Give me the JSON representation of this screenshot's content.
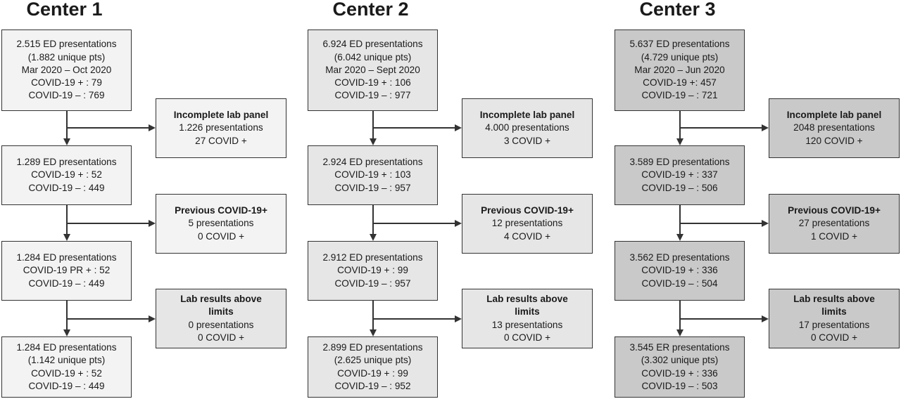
{
  "centers": [
    {
      "title": "Center 1",
      "main": [
        [
          "2.515 ED presentations",
          "(1.882 unique pts)",
          "Mar 2020 – Oct 2020",
          "COVID-19 + : 79",
          "COVID-19 – : 769"
        ],
        [
          "1.289 ED presentations",
          "COVID-19 + : 52",
          "COVID-19 – : 449"
        ],
        [
          "1.284 ED presentations",
          "COVID-19 PR + : 52",
          "COVID-19 – : 449"
        ],
        [
          "1.284 ED presentations",
          "(1.142 unique pts)",
          "COVID-19 + : 52",
          "COVID-19 – : 449"
        ]
      ],
      "side": [
        {
          "title": [
            "Incomplete lab panel"
          ],
          "lines": [
            "1.226 presentations",
            "27 COVID +"
          ]
        },
        {
          "title": [
            "Previous COVID-19+"
          ],
          "lines": [
            "5 presentations",
            "0 COVID +"
          ]
        },
        {
          "title": [
            "Lab results above",
            "limits"
          ],
          "lines": [
            "0 presentations",
            "0 COVID +"
          ]
        }
      ]
    },
    {
      "title": "Center 2",
      "main": [
        [
          "6.924 ED presentations",
          "(6.042 unique pts)",
          "Mar 2020 – Sept 2020",
          "COVID-19 + : 106",
          "COVID-19 – : 977"
        ],
        [
          "2.924 ED presentations",
          "COVID-19 + : 103",
          "COVID-19 – : 957"
        ],
        [
          "2.912 ED presentations",
          "COVID-19 + : 99",
          "COVID-19 – : 957"
        ],
        [
          "2.899 ED presentations",
          "(2.625 unique pts)",
          "COVID-19 + : 99",
          "COVID-19 – : 952"
        ]
      ],
      "side": [
        {
          "title": [
            "Incomplete lab panel"
          ],
          "lines": [
            "4.000 presentations",
            "3 COVID +"
          ]
        },
        {
          "title": [
            "Previous COVID-19+"
          ],
          "lines": [
            "12 presentations",
            "4 COVID +"
          ]
        },
        {
          "title": [
            "Lab results above",
            "limits"
          ],
          "lines": [
            "13 presentations",
            "0 COVID +"
          ]
        }
      ]
    },
    {
      "title": "Center 3",
      "main": [
        [
          "5.637 ED presentations",
          "(4.729 unique pts)",
          "Mar 2020 – Jun 2020",
          "COVID-19 +: 457",
          "COVID-19 – : 721"
        ],
        [
          "3.589 ED presentations",
          "COVID-19 + : 337",
          "COVID-19 – : 506"
        ],
        [
          "3.562 ED presentations",
          "COVID-19 + : 336",
          "COVID-19 – : 504"
        ],
        [
          "3.545 ER presentations",
          "(3.302 unique pts)",
          "COVID-19 + : 336",
          "COVID-19 – : 503"
        ]
      ],
      "side": [
        {
          "title": [
            "Incomplete lab panel"
          ],
          "lines": [
            "2048 presentations",
            "120 COVID +"
          ]
        },
        {
          "title": [
            "Previous COVID-19+"
          ],
          "lines": [
            "27 presentations",
            "1 COVID +"
          ]
        },
        {
          "title": [
            "Lab results above",
            "limits"
          ],
          "lines": [
            "17 presentations",
            "0 COVID +"
          ]
        }
      ]
    }
  ]
}
